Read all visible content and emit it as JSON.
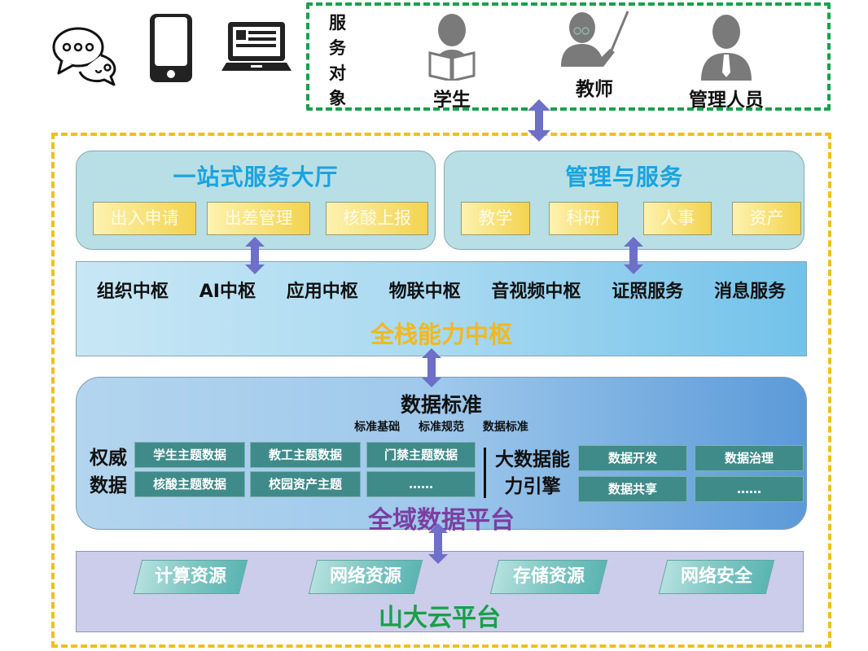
{
  "devices": [
    {
      "icon": "chat-bubbles-icon"
    },
    {
      "icon": "smartphone-icon"
    },
    {
      "icon": "laptop-icon"
    }
  ],
  "service_targets": {
    "title": "服务对象",
    "people": [
      {
        "label": "学生",
        "icon": "student-reading-icon"
      },
      {
        "label": "教师",
        "icon": "teacher-pointer-icon"
      },
      {
        "label": "管理人员",
        "icon": "manager-tie-icon"
      }
    ]
  },
  "one_stop_hall": {
    "title": "一站式服务大厅",
    "items": [
      "出入申请",
      "出差管理",
      "核酸上报"
    ]
  },
  "management_service": {
    "title": "管理与服务",
    "items": [
      "教学",
      "科研",
      "人事",
      "资产"
    ]
  },
  "full_stack_hub": {
    "title": "全栈能力中枢",
    "items": [
      "组织中枢",
      "AI中枢",
      "应用中枢",
      "物联中枢",
      "音视频中枢",
      "证照服务",
      "消息服务"
    ]
  },
  "data_platform": {
    "title": "全域数据平台",
    "standard": {
      "title": "数据标准",
      "items": [
        "标准基础",
        "标准规范",
        "数据标准"
      ]
    },
    "authority_data": {
      "label": "权威数据",
      "items": [
        "学生主题数据",
        "教工主题数据",
        "门禁主题数据",
        "核酸主题数据",
        "校园资产主题",
        "……"
      ]
    },
    "big_data_engine": {
      "label": "大数据能力引擎",
      "items": [
        "数据开发",
        "数据治理",
        "数据共享",
        "……"
      ]
    }
  },
  "cloud_platform": {
    "title": "山大云平台",
    "items": [
      "计算资源",
      "网络资源",
      "存储资源",
      "网络安全"
    ]
  },
  "colors": {
    "service_border": "#1aa04c",
    "outer_border": "#efbf1d",
    "hall_title": "#1aa3e0",
    "stack_title": "#f2b81e",
    "data_platform_title": "#7b3fa0",
    "cloud_title": "#19a04a",
    "arrow": "#6d6fc8",
    "teal_box": "#3f8b8a"
  }
}
